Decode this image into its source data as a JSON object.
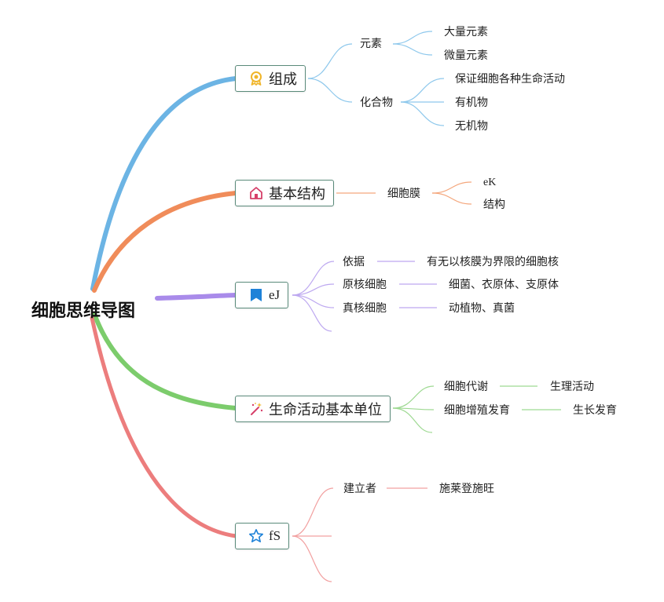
{
  "root": {
    "label": "细胞思维导图"
  },
  "colors": {
    "blue": "#6cb4e4",
    "orange": "#f08c5a",
    "purple": "#a98bea",
    "green": "#7ccc6c",
    "red": "#ec7d7d"
  },
  "branches": [
    {
      "label": "组成",
      "icon": "award-ribbon-icon",
      "children": [
        {
          "label": "元素",
          "children": [
            "大量元素",
            "微量元素"
          ]
        },
        {
          "label": "化合物",
          "children": [
            "保证细胞各种生命活动",
            "有机物",
            "无机物"
          ]
        }
      ]
    },
    {
      "label": "基本结构",
      "icon": "home-icon",
      "children": [
        {
          "label": "细胞膜",
          "children": [
            "eK",
            "结构"
          ]
        }
      ]
    },
    {
      "label": "eJ",
      "icon": "flag-icon",
      "children": [
        {
          "label": "依据",
          "children": [
            "有无以核膜为界限的细胞核"
          ]
        },
        {
          "label": "原核细胞",
          "children": [
            "细菌、衣原体、支原体"
          ]
        },
        {
          "label": "真核细胞",
          "children": [
            "动植物、真菌"
          ]
        }
      ]
    },
    {
      "label": "生命活动基本单位",
      "icon": "magic-wand-icon",
      "children": [
        {
          "label": "细胞代谢",
          "children": [
            "生理活动"
          ]
        },
        {
          "label": "细胞增殖发育",
          "children": [
            "生长发育"
          ]
        }
      ]
    },
    {
      "label": "fS",
      "icon": "star-icon",
      "children": [
        {
          "label": "建立者",
          "children": [
            "施莱登施旺"
          ]
        }
      ]
    }
  ]
}
